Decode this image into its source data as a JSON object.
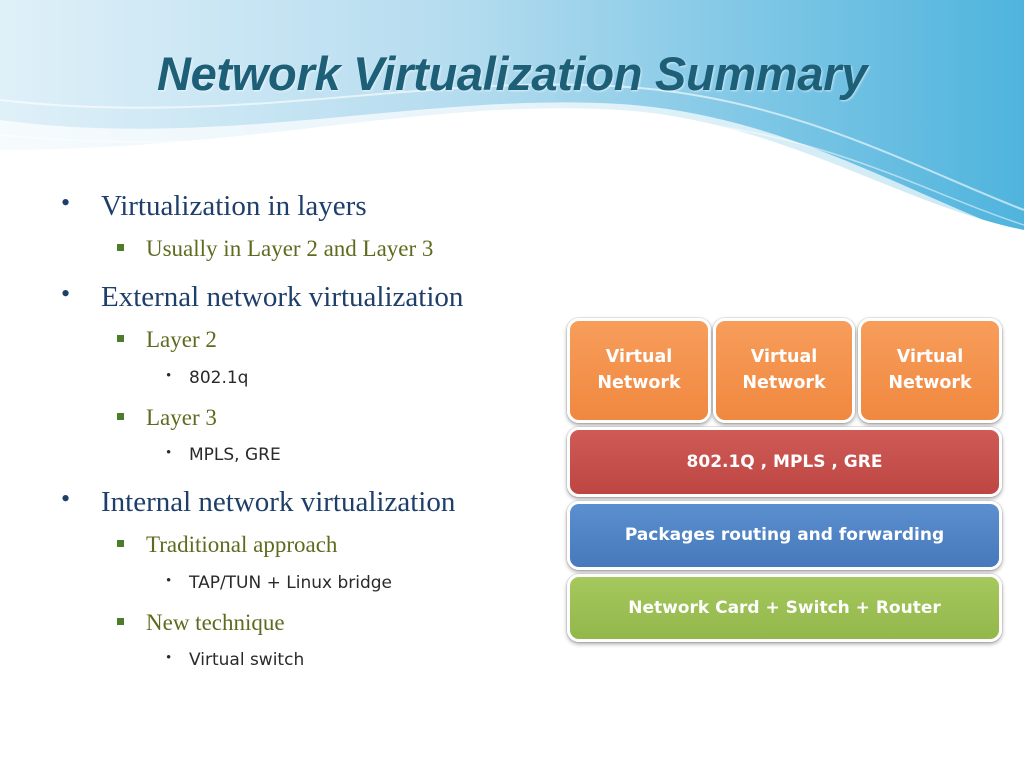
{
  "slide": {
    "title": "Network Virtualization Summary",
    "bullets": [
      {
        "text": "Virtualization in layers",
        "children": [
          {
            "text": "Usually in Layer 2 and Layer 3",
            "children": []
          }
        ]
      },
      {
        "text": "External network virtualization",
        "children": [
          {
            "text": "Layer 2",
            "children": [
              "802.1q"
            ]
          },
          {
            "text": "Layer 3",
            "children": [
              "MPLS, GRE"
            ]
          }
        ]
      },
      {
        "text": "Internal network virtualization",
        "children": [
          {
            "text": "Traditional approach",
            "children": [
              "TAP/TUN + Linux bridge"
            ]
          },
          {
            "text": "New technique",
            "children": [
              "Virtual switch"
            ]
          }
        ]
      }
    ]
  },
  "diagram": {
    "virtual_networks": [
      "Virtual\nNetwork",
      "Virtual\nNetwork",
      "Virtual\nNetwork"
    ],
    "layers": [
      {
        "label": "802.1Q , MPLS , GRE",
        "color": "#c0504d"
      },
      {
        "label": "Packages routing and forwarding",
        "color": "#4f81bd"
      },
      {
        "label": "Network Card + Switch + Router",
        "color": "#9bbb59"
      }
    ],
    "virtual_network_color": "#f79646"
  }
}
